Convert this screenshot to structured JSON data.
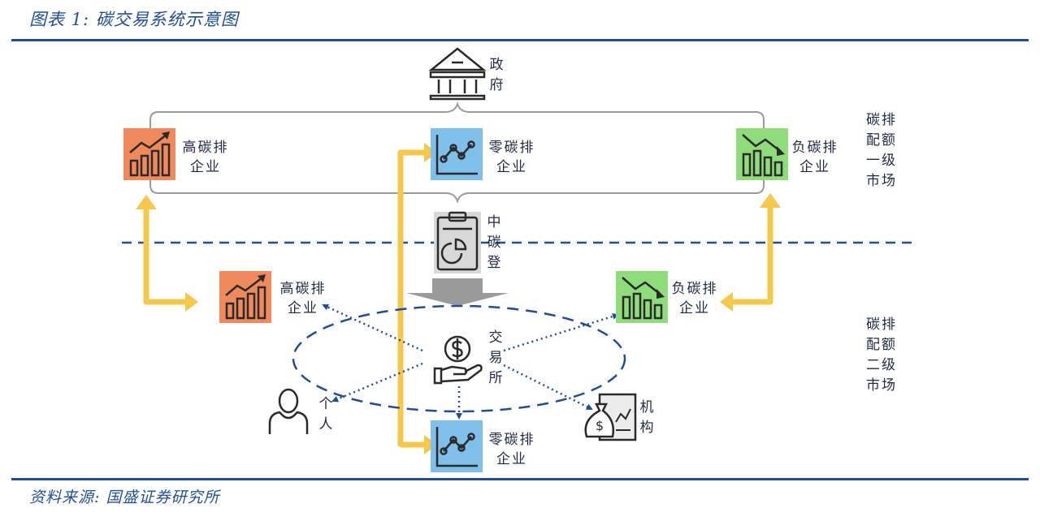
{
  "header": {
    "title": "图表 1:  碳交易系统示意图"
  },
  "footer": {
    "source": "资料来源:  国盛证券研究所"
  },
  "nodes": {
    "government": "政府",
    "primary_high": "高碳排企业",
    "primary_zero": "零碳排企业",
    "primary_negative": "负碳排企业",
    "ccer_registry": "中碳登",
    "secondary_high": "高碳排企业",
    "secondary_negative": "负碳排企业",
    "exchange": "交易所",
    "individual": "个人",
    "institution": "机构",
    "secondary_zero": "零碳排企业"
  },
  "markets": {
    "primary": "碳排配额一级市场",
    "secondary": "碳排配额二级市场"
  },
  "colors": {
    "brand_blue": "#1f4e96",
    "high_emitter": "#f08a5d",
    "zero_emitter": "#7fbfea",
    "negative_emitter": "#8fdc7a",
    "flow_arrow": "#f5c84c",
    "dotted_arrow": "#1f4e96",
    "brace": "#9a9a9a"
  },
  "icons": [
    "bank-icon",
    "rising-chart-icon",
    "network-line-icon",
    "falling-chart-icon",
    "clipboard-pie-icon",
    "dollar-hand-icon",
    "person-icon",
    "money-bag-report-icon"
  ]
}
